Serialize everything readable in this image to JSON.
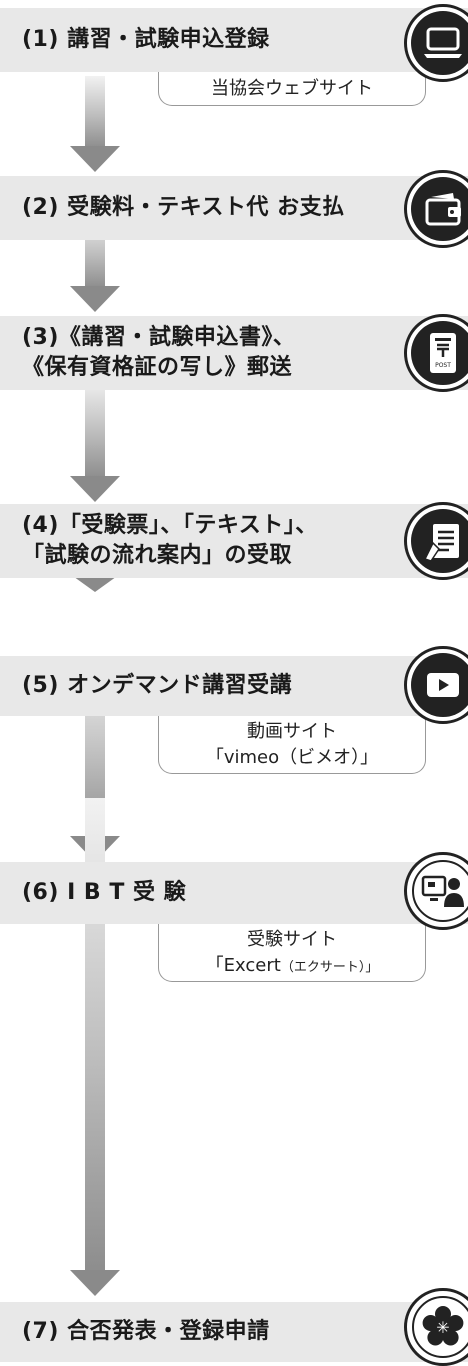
{
  "steps": [
    {
      "lines": [
        "(1) 講習・試験申込登録"
      ],
      "icon": "laptop-icon",
      "note": [
        "当協会ウェブサイト"
      ]
    },
    {
      "lines": [
        "(2) 受験料・テキスト代 お支払"
      ],
      "icon": "wallet-icon"
    },
    {
      "lines": [
        "(3)《講習・試験申込書》、",
        "《保有資格証の写し》郵送"
      ],
      "icon": "postbox-icon",
      "post_label": "POST"
    },
    {
      "lines": [
        "(4)「受験票」、「テキスト」、",
        "「試験の流れ案内」の受取"
      ],
      "icon": "document-icon"
    },
    {
      "lines": [
        "(5) オンデマンド講習受講"
      ],
      "icon": "play-icon",
      "note": [
        "動画サイト",
        "「vimeo（ビメオ）」"
      ]
    },
    {
      "lines": [
        "(6) I B T 受 験"
      ],
      "icon": "online-exam-icon",
      "note": [
        "受験サイト",
        "「Excert",
        "（エクサート）」"
      ]
    },
    {
      "lines": [
        "(7) 合否発表・登録申請"
      ],
      "icon": "sakura-badge-icon"
    }
  ]
}
